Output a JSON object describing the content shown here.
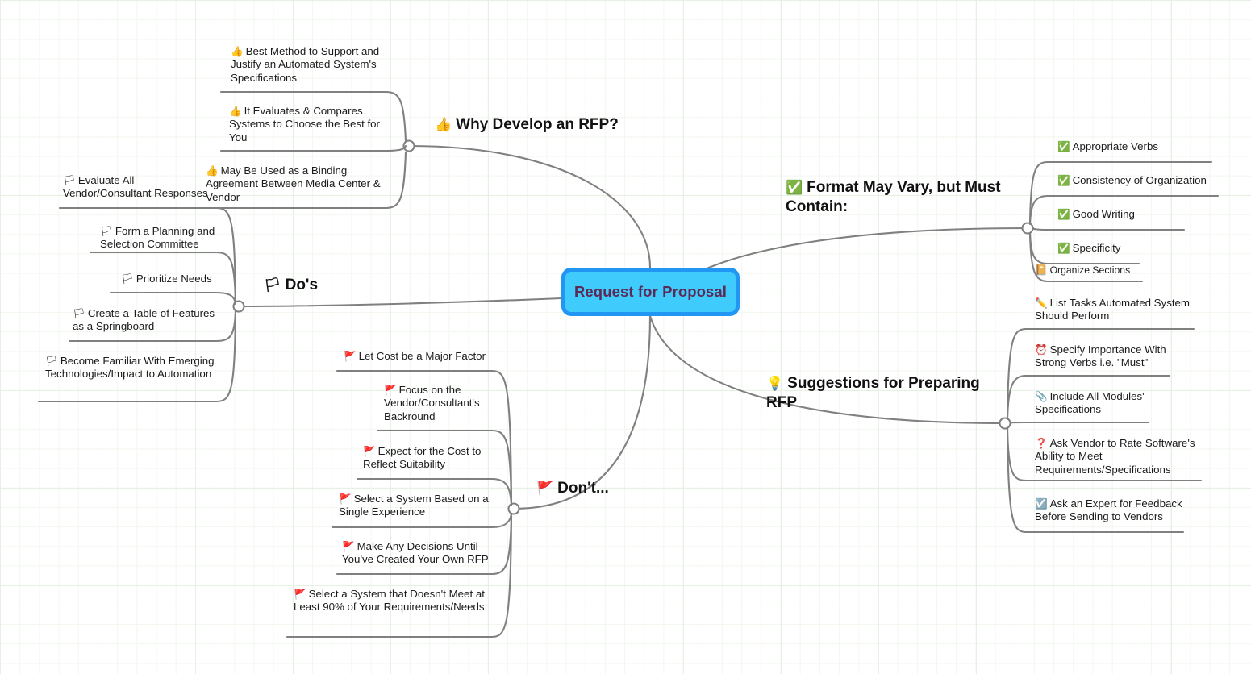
{
  "diagram": {
    "type": "mind-map",
    "title": "Request for Proposal",
    "background_grid_color": "#e7f0e4",
    "connector_color": "#808080"
  },
  "root": {
    "label": "Request for Proposal",
    "fill": "#3fcbfb",
    "border": "#2196f3",
    "text_color": "#5c2a57"
  },
  "branches": [
    {
      "id": "why-develop",
      "icon": "thumbs-up-icon",
      "icon_glyph": "👍",
      "title": "Why Develop an RFP?",
      "items": [
        {
          "icon_glyph": "👍",
          "icon": "thumbs-up-icon",
          "text": "Best Method to Support and Justify an Automated System's Specifications"
        },
        {
          "icon_glyph": "👍",
          "icon": "thumbs-up-icon",
          "text": "It Evaluates & Compares Systems to Choose the Best for You"
        },
        {
          "icon_glyph": "👍",
          "icon": "thumbs-up-icon",
          "text": "May Be Used as a Binding Agreement Between Media Center & Vendor"
        }
      ]
    },
    {
      "id": "dos",
      "icon": "green-flag-icon",
      "icon_glyph": "🏳",
      "title": "Do's",
      "items": [
        {
          "icon_glyph": "🏳",
          "icon": "green-flag-icon",
          "text": "Evaluate All Vendor/Consultant Responses"
        },
        {
          "icon_glyph": "🏳",
          "icon": "green-flag-icon",
          "text": "Form a Planning and Selection Committee"
        },
        {
          "icon_glyph": "🏳",
          "icon": "green-flag-icon",
          "text": "Prioritize Needs"
        },
        {
          "icon_glyph": "🏳",
          "icon": "green-flag-icon",
          "text": "Create a Table of Features as a Springboard"
        },
        {
          "icon_glyph": "🏳",
          "icon": "green-flag-icon",
          "text": "Become Familiar With Emerging Technologies/Impact to Automation"
        }
      ]
    },
    {
      "id": "donts",
      "icon": "red-flag-icon",
      "icon_glyph": "🚩",
      "title": "Don't...",
      "items": [
        {
          "icon_glyph": "🚩",
          "icon": "red-flag-icon",
          "text": "Let Cost be a Major Factor"
        },
        {
          "icon_glyph": "🚩",
          "icon": "red-flag-icon",
          "text": "Focus on the Vendor/Consultant's Backround"
        },
        {
          "icon_glyph": "🚩",
          "icon": "red-flag-icon",
          "text": "Expect for the Cost to Reflect Suitability"
        },
        {
          "icon_glyph": "🚩",
          "icon": "red-flag-icon",
          "text": "Select a System Based on a Single Experience"
        },
        {
          "icon_glyph": "🚩",
          "icon": "red-flag-icon",
          "text": "Make Any Decisions Until You've Created Your Own RFP"
        },
        {
          "icon_glyph": "🚩",
          "icon": "red-flag-icon",
          "text": "Select a System that Doesn't Meet at Least 90% of Your Requirements/Needs"
        }
      ]
    },
    {
      "id": "format",
      "icon": "green-check-box-icon",
      "icon_glyph": "✅",
      "title": "Format May Vary, but Must Contain:",
      "items": [
        {
          "icon_glyph": "✅",
          "icon": "green-check-box-icon",
          "text": "Appropriate Verbs"
        },
        {
          "icon_glyph": "✅",
          "icon": "green-check-box-icon",
          "text": "Consistency of Organization"
        },
        {
          "icon_glyph": "✅",
          "icon": "green-check-box-icon",
          "text": "Good Writing"
        },
        {
          "icon_glyph": "✅",
          "icon": "green-check-box-icon",
          "text": "Specificity"
        },
        {
          "icon_glyph": "📔",
          "icon": "notebook-icon",
          "text": "Organize Sections"
        }
      ]
    },
    {
      "id": "suggestions",
      "icon": "lightbulb-icon",
      "icon_glyph": "💡",
      "title": "Suggestions for Preparing RFP",
      "items": [
        {
          "icon_glyph": "✏️",
          "icon": "pencil-icon",
          "text": "List Tasks Automated System Should Perform"
        },
        {
          "icon_glyph": "⏰",
          "icon": "alarm-clock-icon",
          "text": "Specify Importance With Strong Verbs i.e. \"Must\""
        },
        {
          "icon_glyph": "📎",
          "icon": "paperclip-icon",
          "text": "Include All Modules' Specifications"
        },
        {
          "icon_glyph": "❓",
          "icon": "question-mark-icon",
          "text": "Ask Vendor to Rate Software's Ability to Meet Requirements/Specifications"
        },
        {
          "icon_glyph": "☑️",
          "icon": "blue-check-box-icon",
          "text": "Ask an Expert for Feedback Before Sending to Vendors"
        }
      ]
    }
  ]
}
